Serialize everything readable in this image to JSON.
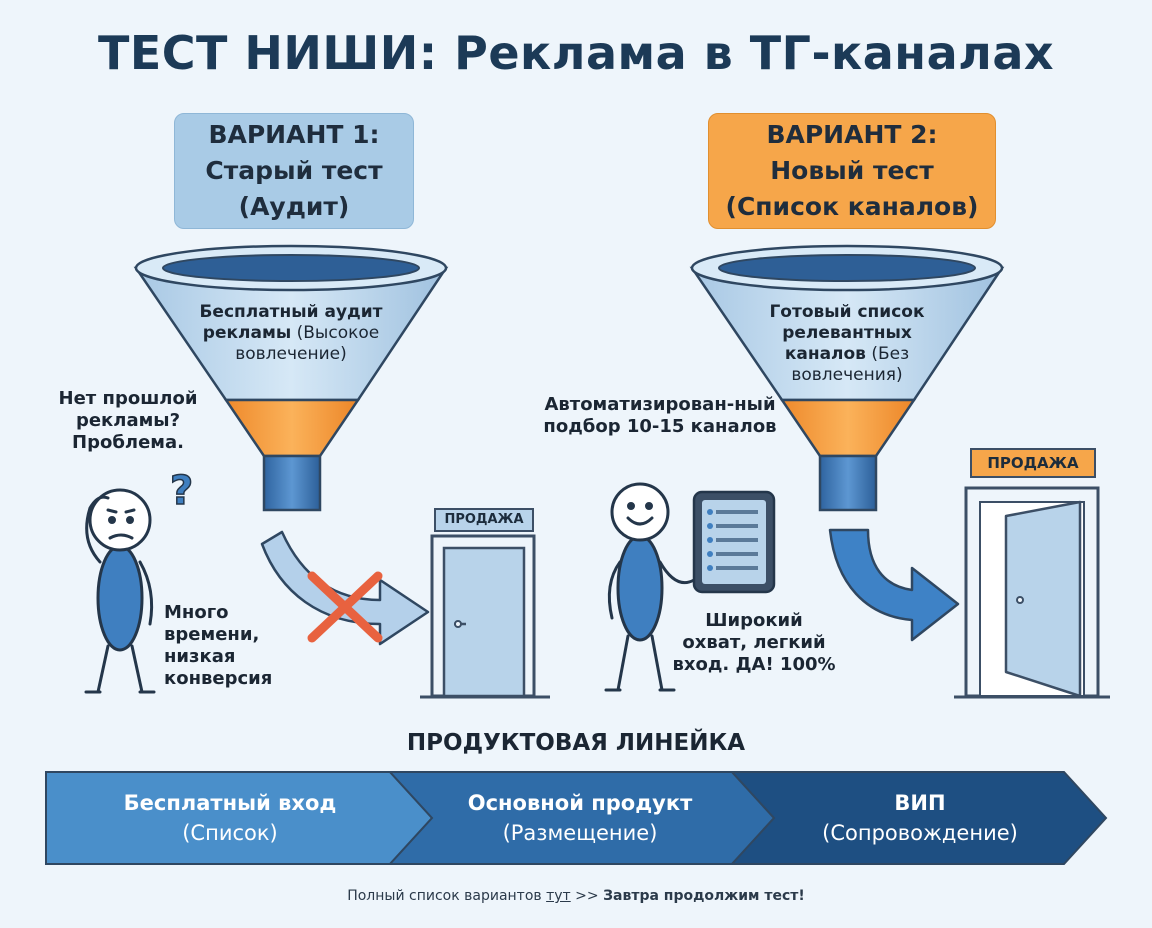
{
  "title": "ТЕСТ НИШИ: Реклама в ТГ-каналах",
  "variant1": {
    "line1": "ВАРИАНТ 1:",
    "line2": "Старый тест",
    "line3": "(Аудит)",
    "funnel_bold": "Бесплатный аудит рекламы",
    "funnel_plain": "(Высокое вовлечение)",
    "note_top": "Нет прошлой рекламы? Проблема.",
    "note_bottom": "Много времени, низкая конверсия",
    "question_mark": "?",
    "sign": "ПРОДАЖА"
  },
  "variant2": {
    "line1": "ВАРИАНТ 2:",
    "line2": "Новый тест",
    "line3": "(Список каналов)",
    "funnel_bold": "Готовый список релевантных каналов",
    "funnel_plain": "(Без вовлечения)",
    "note_top": "Автоматизирован-ный подбор 10-15 каналов",
    "note_bottom": "Широкий охват, легкий вход. ДА! 100%",
    "sign": "ПРОДАЖА"
  },
  "product_line": {
    "title": "ПРОДУКТОВАЯ ЛИНЕЙКА",
    "steps": [
      {
        "main": "Бесплатный вход",
        "sub": "(Список)"
      },
      {
        "main": "Основной продукт",
        "sub": "(Размещение)"
      },
      {
        "main": "ВИП",
        "sub": "(Сопровождение)"
      }
    ]
  },
  "footer": {
    "prefix": "Полный список вариантов ",
    "link": "тут",
    "middle": " >> ",
    "bold": "Завтра продолжим тест!"
  },
  "colors": {
    "background": "#eef5fb",
    "title": "#1c3a57",
    "variant1_box": "#a9cbe6",
    "variant2_box": "#f6a64a",
    "funnel_glass": "#b7d3ea",
    "funnel_orange": "#f39a3a",
    "funnel_spout": "#3e78b8",
    "cross": "#e8623f",
    "chevron_1": "#4a8fca",
    "chevron_2": "#2f6ca8",
    "chevron_3": "#1e4f82"
  },
  "icons": [
    "funnel-icon",
    "door-icon",
    "arrow-icon",
    "cross-icon",
    "stick-figure-icon",
    "tablet-icon",
    "question-mark-icon"
  ]
}
